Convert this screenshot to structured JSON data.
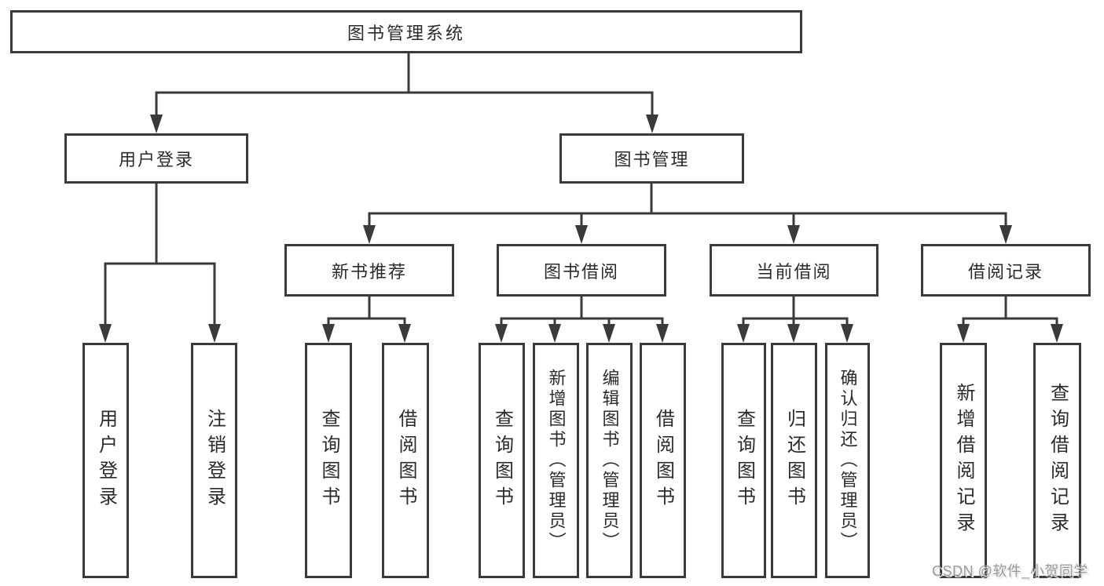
{
  "tree": {
    "root": {
      "label": "图书管理系统"
    },
    "level2": [
      {
        "label": "用户登录"
      },
      {
        "label": "图书管理"
      }
    ],
    "level3": [
      {
        "label": "新书推荐"
      },
      {
        "label": "图书借阅"
      },
      {
        "label": "当前借阅"
      },
      {
        "label": "借阅记录"
      }
    ],
    "leaves": {
      "user_login": [
        {
          "label": "用户登录"
        },
        {
          "label": "注销登录"
        }
      ],
      "new_book_recommend": [
        {
          "label": "查询图书"
        },
        {
          "label": "借阅图书"
        }
      ],
      "book_borrowing": [
        {
          "label": "查询图书"
        },
        {
          "label": "新增图书（管理员）"
        },
        {
          "label": "编辑图书（管理员）"
        },
        {
          "label": "借阅图书"
        }
      ],
      "current_borrowing": [
        {
          "label": "查询图书"
        },
        {
          "label": "归还图书"
        },
        {
          "label": "确认归还（管理员）"
        }
      ],
      "borrow_records": [
        {
          "label": "新增借阅记录"
        },
        {
          "label": "查询借阅记录"
        }
      ]
    }
  },
  "watermark": {
    "text": "CSDN @软件_小贺同学"
  },
  "colors": {
    "line": "#3a3a3a",
    "text": "#2b2b2b",
    "background": "#ffffff",
    "watermark": "#9a9a9a"
  }
}
